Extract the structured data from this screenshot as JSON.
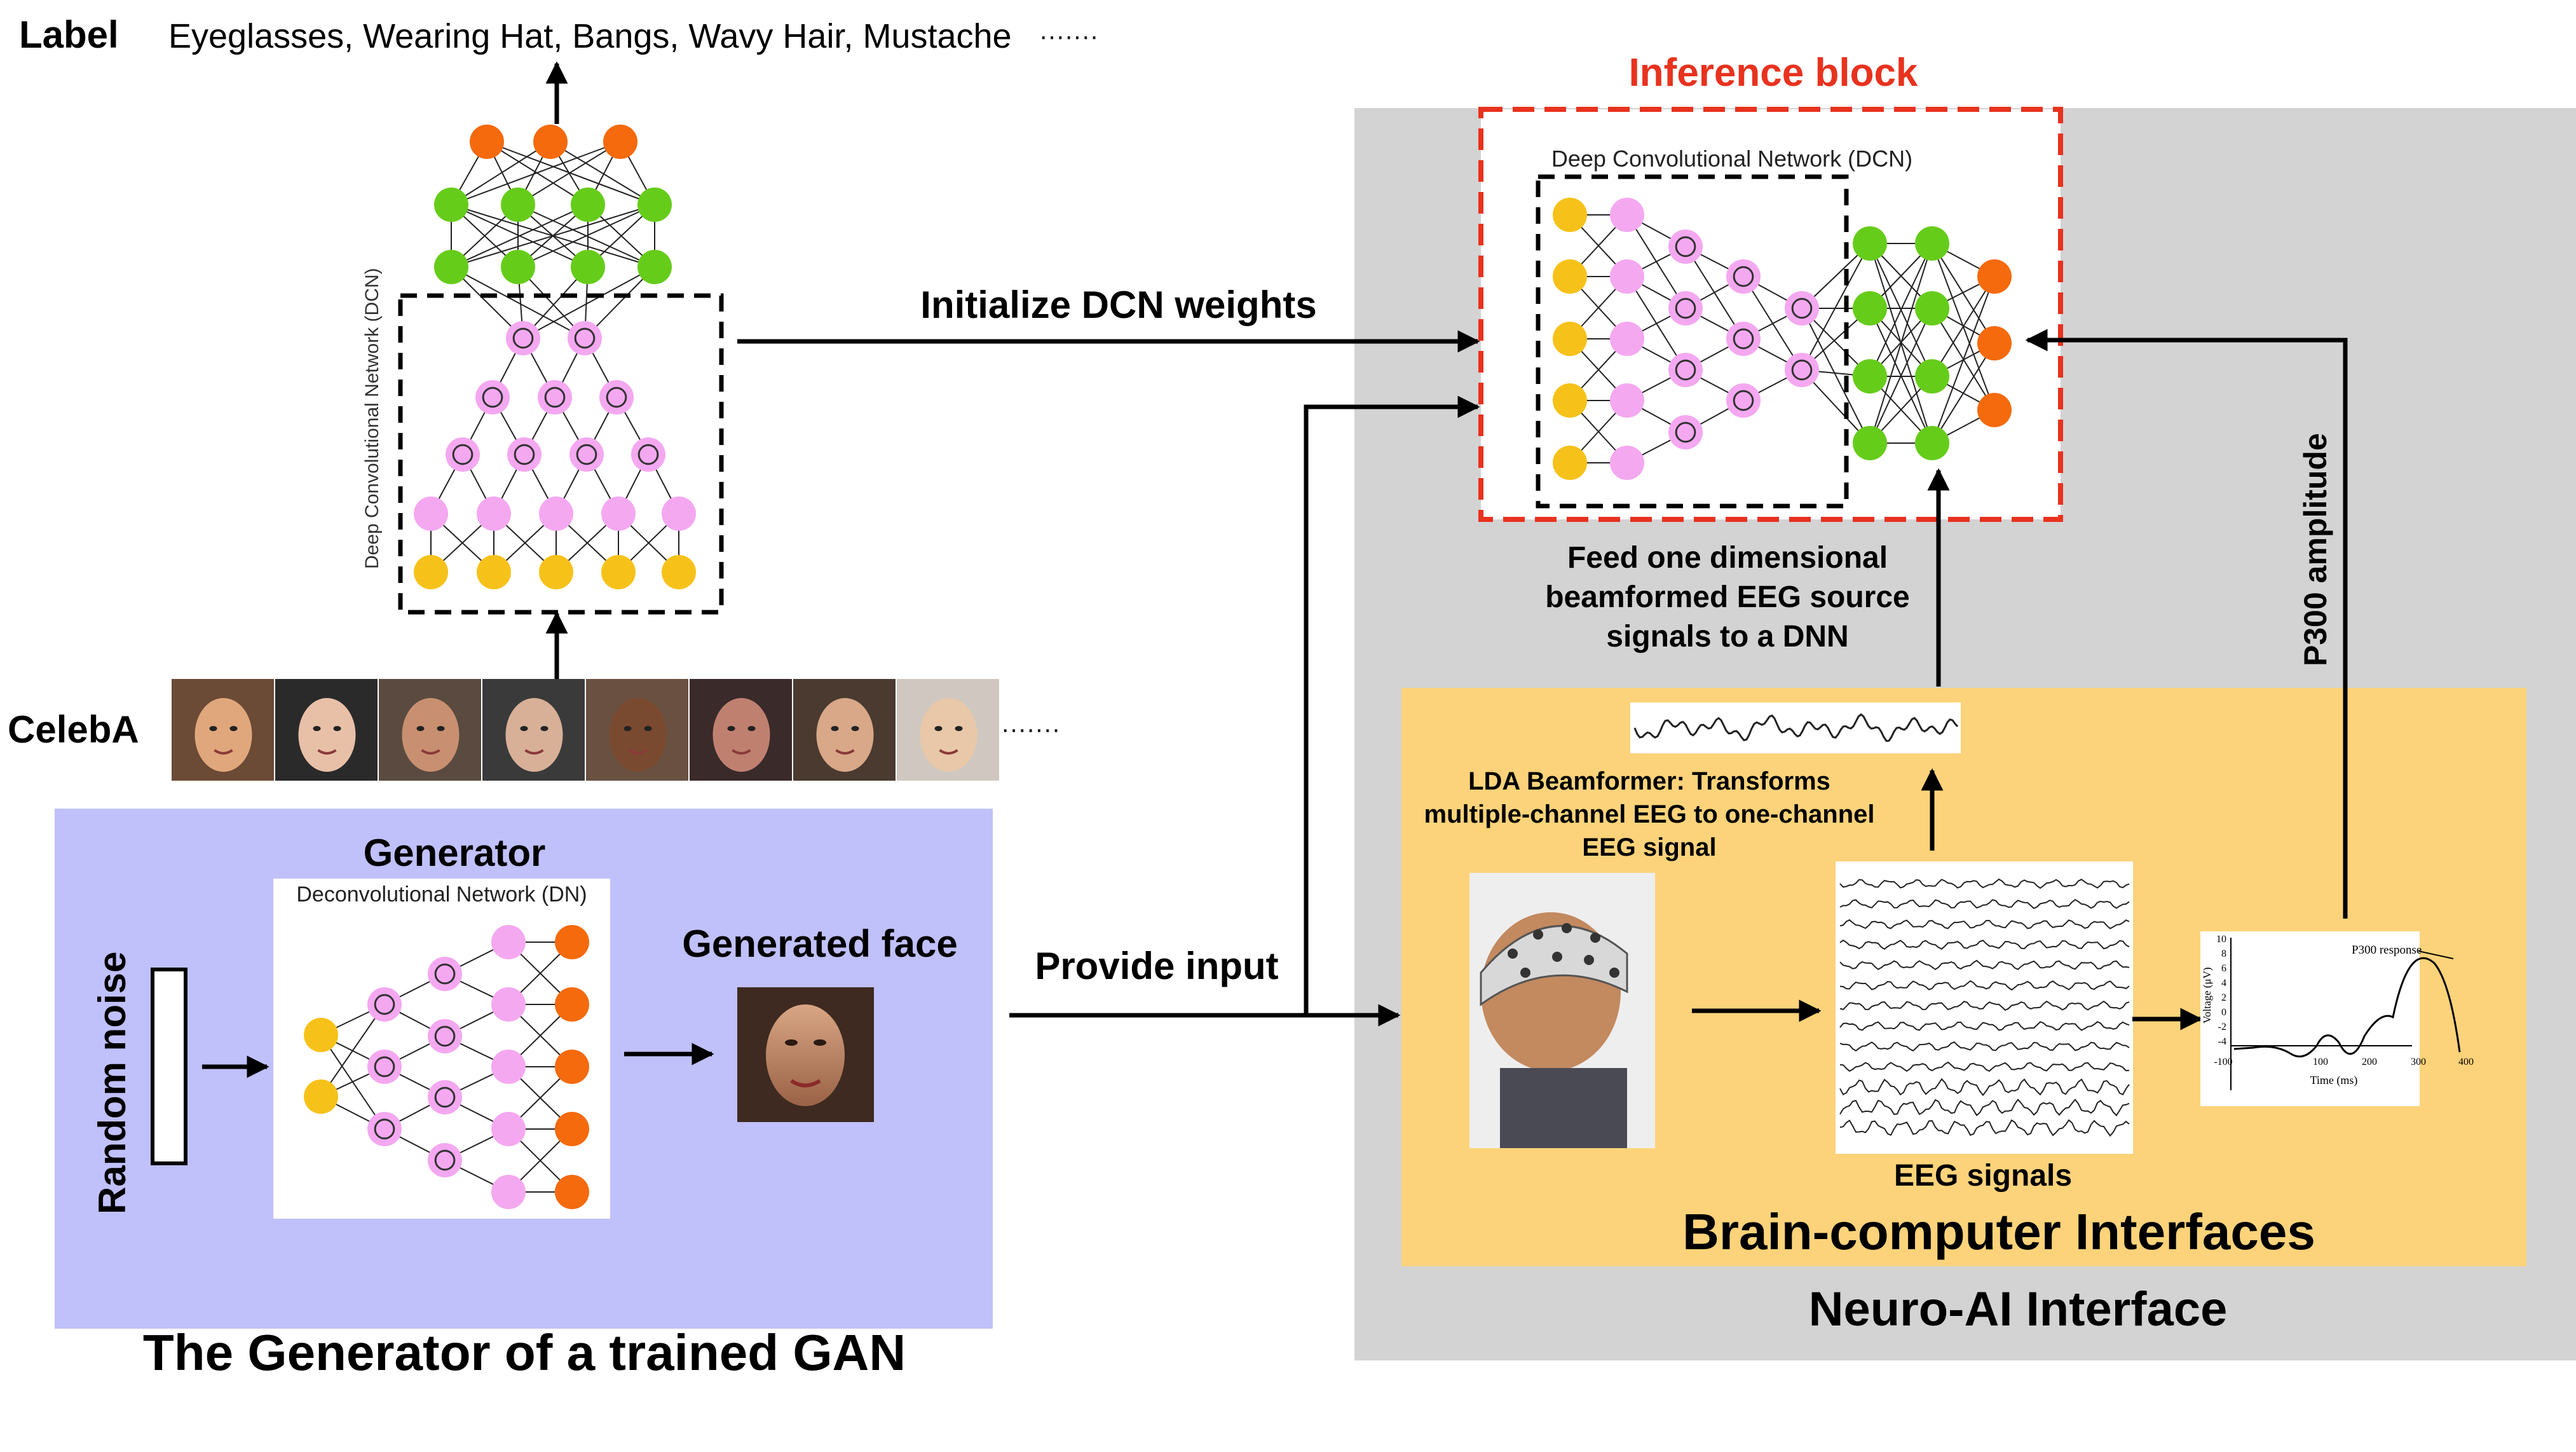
{
  "header": {
    "label_title": "Label",
    "label_list": "Eyeglasses, Wearing Hat, Bangs, Wavy Hair, Mustache",
    "label_ellipsis": "·······"
  },
  "left_network": {
    "vertical_label": "Deep Convolutional Network (DCN)"
  },
  "celeba": {
    "title": "CelebA",
    "ellipsis": "·······",
    "face_count": 8
  },
  "gan": {
    "caption": "The Generator of a trained GAN",
    "generator_title": "Generator",
    "dn_label": "Deconvolutional Network (DN)",
    "noise_label": "Random noise",
    "generated_label": "Generated face"
  },
  "arrows": {
    "initialize": "Initialize DCN weights",
    "provide": "Provide input",
    "p300": "P300 amplitude"
  },
  "inference": {
    "title": "Inference block",
    "dcn_label": "Deep Convolutional Network (DCN)",
    "feed_text": [
      "Feed one dimensional",
      "beamformed EEG source",
      "signals to a DNN"
    ]
  },
  "bci": {
    "title": "Brain-computer Interfaces",
    "lda_text": [
      "LDA Beamformer: Transforms",
      "multiple-channel EEG to one-channel",
      "EEG signal"
    ],
    "eeg_label": "EEG signals"
  },
  "neuro_ai": {
    "title": "Neuro-AI Interface"
  },
  "p300_chart": {
    "annotation": "P300 response",
    "ylabel": "Voltage (μV)",
    "xlabel": "Time (ms)",
    "xticks": [
      "-100",
      "100",
      "200",
      "300",
      "400"
    ],
    "yticks": [
      "10",
      "8",
      "6",
      "4",
      "2",
      "0",
      "-2",
      "-4"
    ]
  },
  "colors": {
    "purple_bg": "#c0c0fb",
    "gray_bg": "#d3d3d3",
    "yellow_bg": "#fcd37a",
    "red": "#e8321e",
    "node_orange": "#f46a0d",
    "node_green": "#66cc1a",
    "node_pink": "#f4a8f0",
    "node_yellow": "#f6c21a"
  }
}
